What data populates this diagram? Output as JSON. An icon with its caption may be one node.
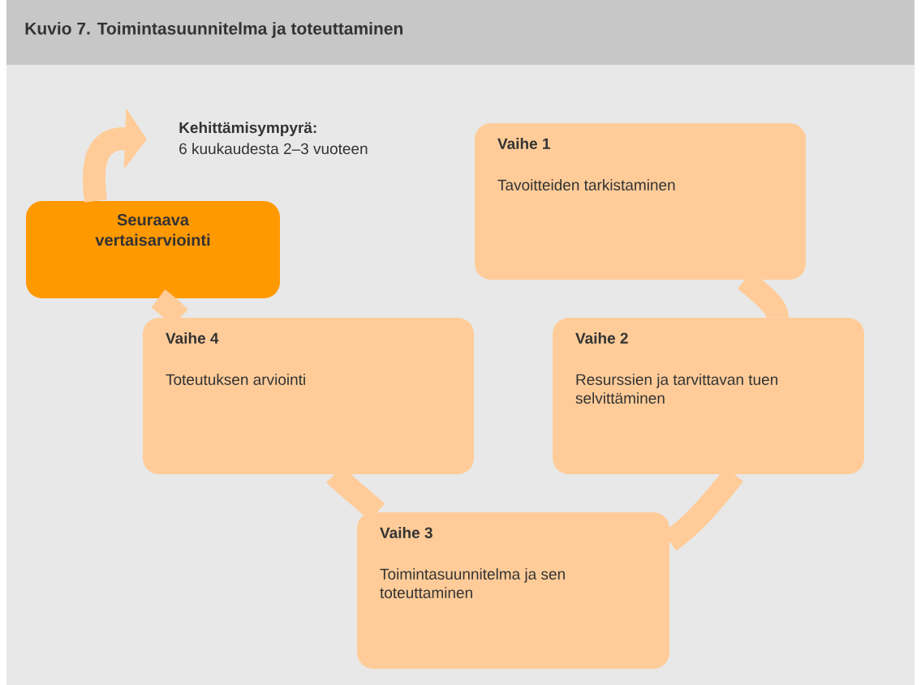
{
  "diagram": {
    "title": "Kuvio 7. Toimintasuunnitelma ja toteuttaminen",
    "nodes": [
      {
        "text": [
          "Seuraava vertaisarviointi"
        ]
      },
      {
        "text": [
          "Vaihe 1",
          "Tavoitteiden tarkistaminen"
        ]
      },
      {
        "text": [
          "Vaihe 2",
          "Resurssien ja tarvittavan tuen selvittäminen"
        ]
      },
      {
        "text": [
          "Vaihe 3",
          "Toimintasuunnitelma ja sen toteuttaminen"
        ]
      },
      {
        "text": [
          "Vaihe 4",
          "Toteutuksen arviointi"
        ]
      }
    ],
    "edges": [
      {
        "from": 0,
        "to": null,
        "arrow": "to"
      },
      {
        "from": 1,
        "to": 2,
        "arrow": "none"
      },
      {
        "from": 2,
        "to": 3,
        "arrow": "none"
      },
      {
        "from": 3,
        "to": 4,
        "arrow": "none"
      },
      {
        "from": 4,
        "to": 0,
        "arrow": "none"
      }
    ],
    "labels": [
      "Kehittämisympyrä:",
      "6 kuukaudesta 2–3 vuoteen"
    ]
  }
}
